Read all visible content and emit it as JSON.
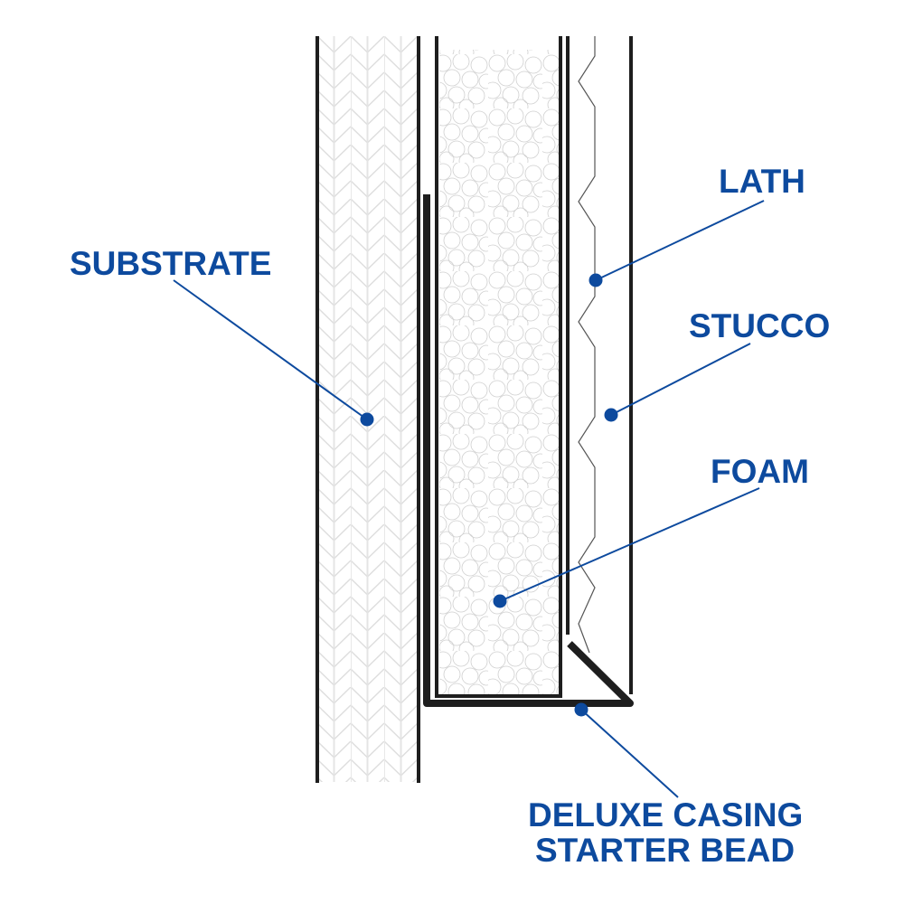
{
  "labels": {
    "substrate": "SUBSTRATE",
    "lath": "LATH",
    "stucco": "STUCCO",
    "foam": "FOAM",
    "bead_line1": "DELUXE CASING",
    "bead_line2": "STARTER BEAD"
  },
  "colors": {
    "label": "#0d4a9e",
    "line": "#1e1e1e",
    "hatch": "#dcdcdc"
  }
}
